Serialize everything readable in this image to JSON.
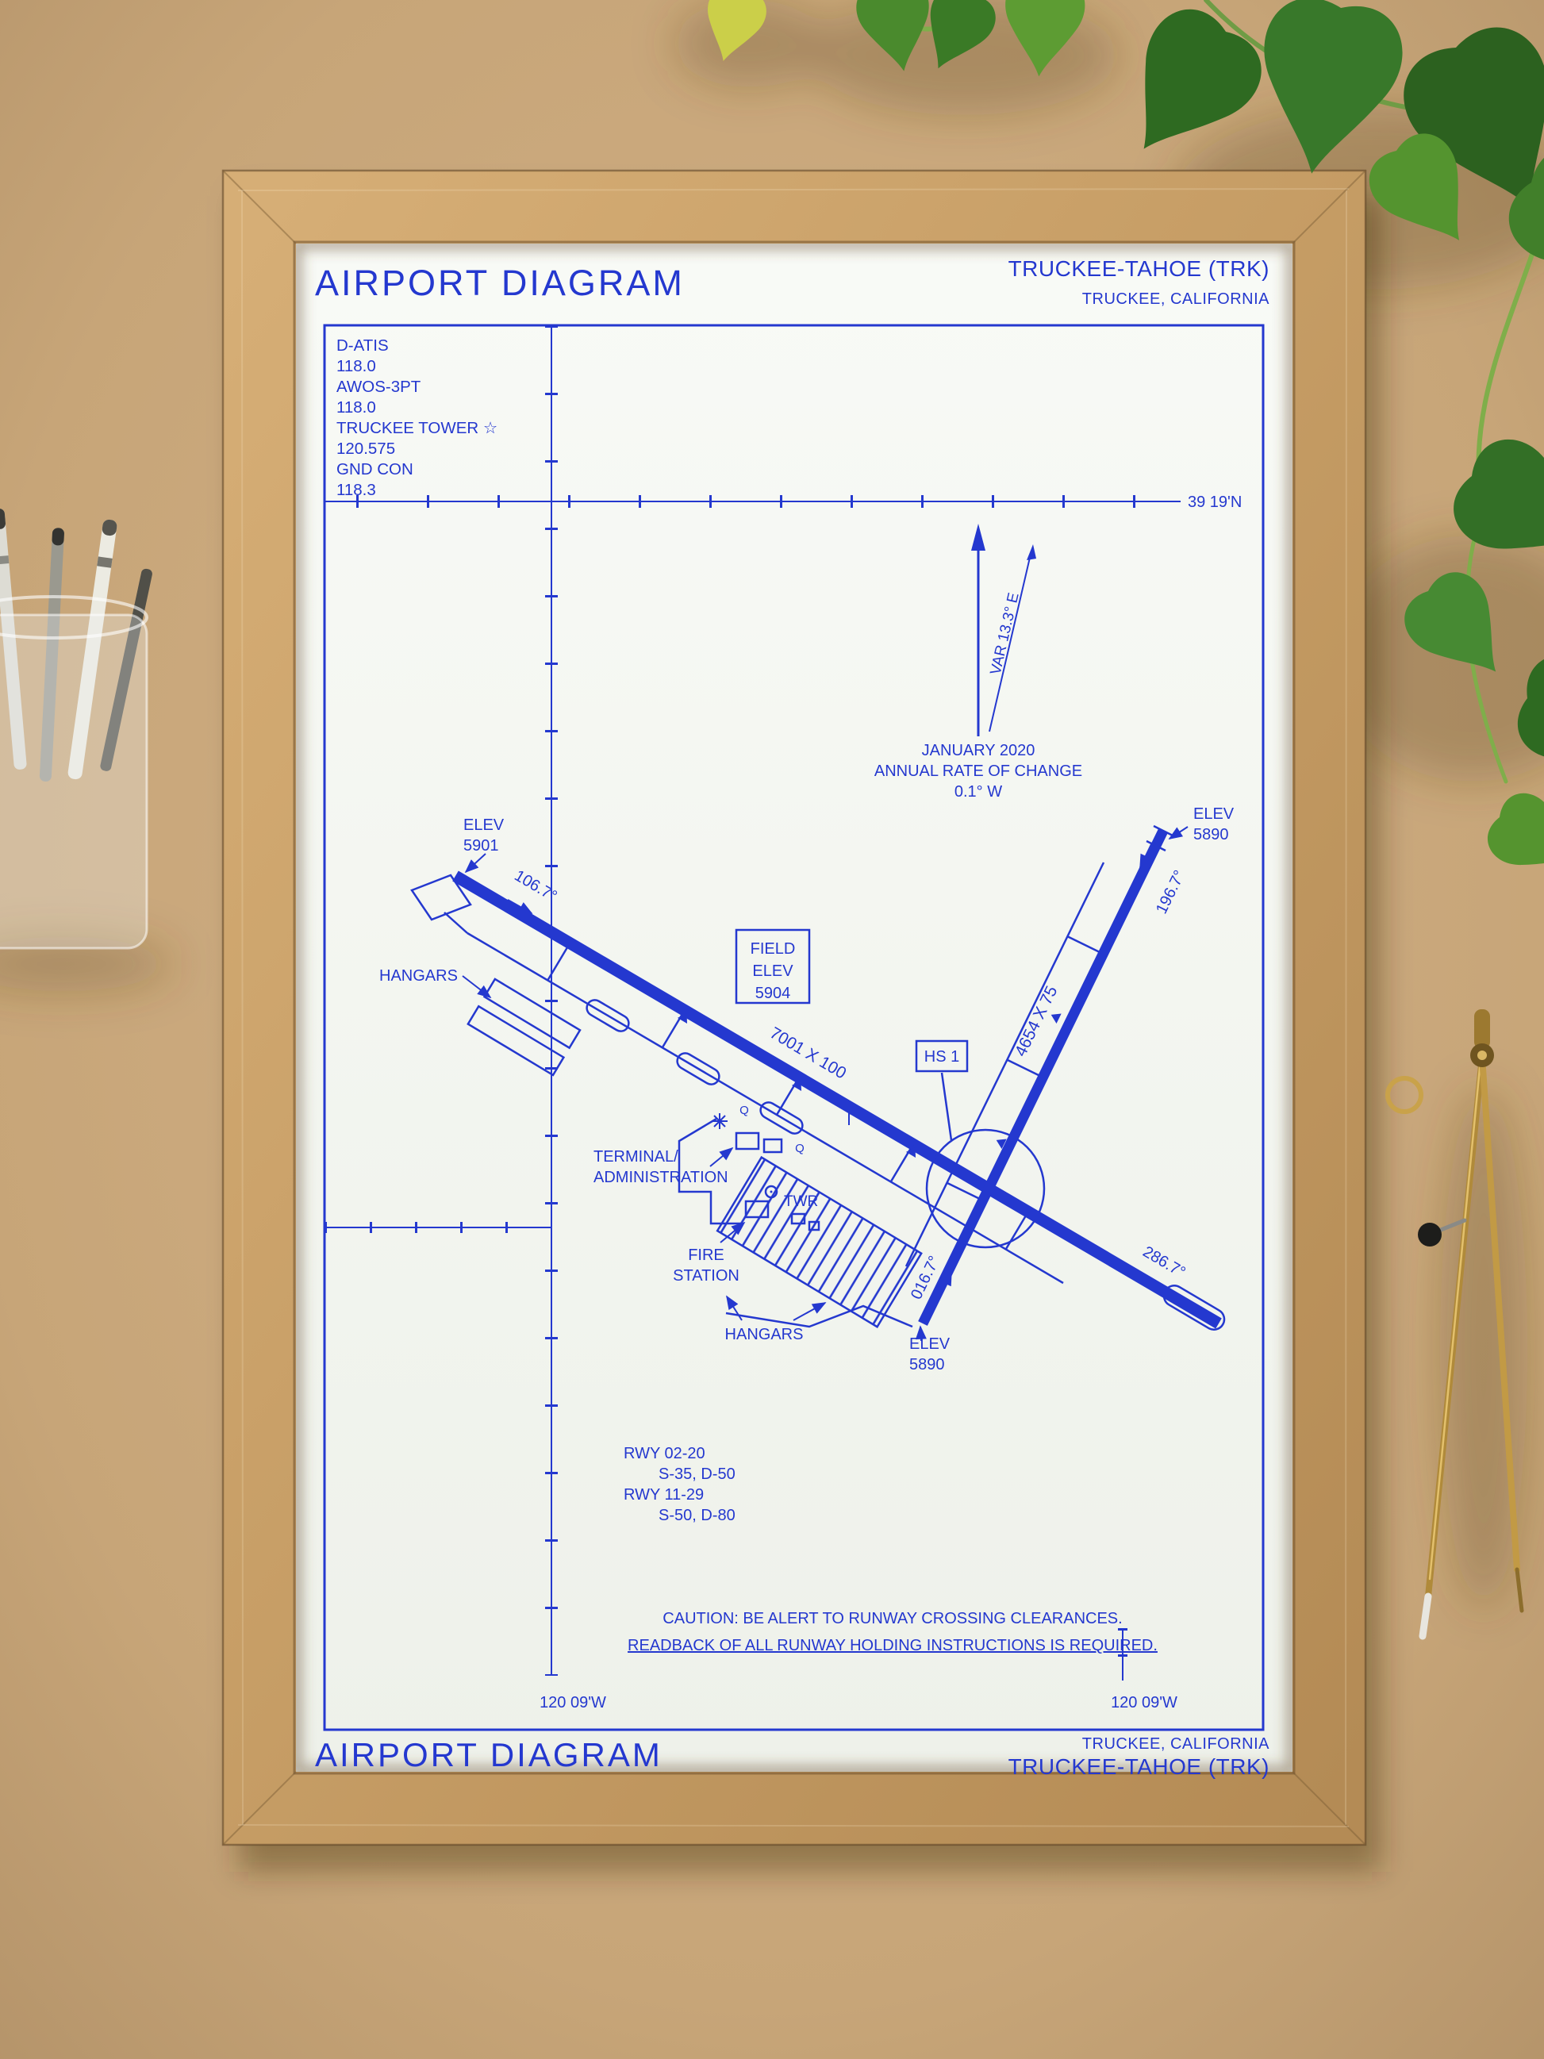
{
  "scene": {
    "description": "Framed letterpress print of the Truckee-Tahoe airport diagram on a wooden desk with plants, pens and a brass divider",
    "colors": {
      "ink": "#2438cf",
      "paper": "#f6f8f3",
      "desk": "#c7a578",
      "frame_wood": "#c59e66",
      "leaf_green": "#3a7a28",
      "brass": "#b8923f"
    }
  },
  "print": {
    "header": {
      "title": "AIRPORT DIAGRAM",
      "airport": "TRUCKEE-TAHOE (TRK)",
      "city": "TRUCKEE, CALIFORNIA"
    },
    "comms": {
      "lines": [
        "D-ATIS",
        "118.0",
        "AWOS-3PT",
        "118.0",
        "TRUCKEE TOWER ☆",
        "120.575",
        "GND CON",
        "118.3"
      ]
    },
    "grid": {
      "lat_label": "39 19'N",
      "lon_label_left": "120 09'W",
      "lon_label_right": "120 09'W"
    },
    "magnetic": {
      "var_label": "VAR 13.3° E",
      "date": "JANUARY 2020",
      "rate_line": "ANNUAL RATE OF CHANGE",
      "rate_value": "0.1° W"
    },
    "field_elev": {
      "line1": "FIELD",
      "line2": "ELEV",
      "line3": "5904"
    },
    "hot_spot_label": "HS 1",
    "runway_11_29": {
      "dimensions": "7001 X 100",
      "heading_nw": "106.7°",
      "heading_se": "286.7°",
      "elev_nw_line1": "ELEV",
      "elev_nw_line2": "5901"
    },
    "runway_02_20": {
      "dimensions": "4654 X 75",
      "heading_ne": "196.7°",
      "heading_s": "016.7°",
      "elev_ne_line1": "ELEV",
      "elev_ne_line2": "5890",
      "elev_s_line1": "ELEV",
      "elev_s_line2": "5890"
    },
    "buildings": {
      "hangars_nw": "HANGARS",
      "hangars_s": "HANGARS",
      "terminal_line1": "TERMINAL/",
      "terminal_line2": "ADMINISTRATION",
      "tower": "TWR",
      "fire_line1": "FIRE",
      "fire_line2": "STATION",
      "taxiway_letter": "Q"
    },
    "runway_data": {
      "line1": "RWY 02-20",
      "line2": "S-35, D-50",
      "line3": "RWY 11-29",
      "line4": "S-50, D-80"
    },
    "caution": {
      "line1": "CAUTION: BE ALERT TO RUNWAY CROSSING CLEARANCES.",
      "line2": "READBACK OF ALL RUNWAY HOLDING INSTRUCTIONS IS REQUIRED."
    },
    "footer": {
      "city": "TRUCKEE, CALIFORNIA",
      "airport": "TRUCKEE-TAHOE (TRK)",
      "title": "AIRPORT DIAGRAM"
    }
  }
}
